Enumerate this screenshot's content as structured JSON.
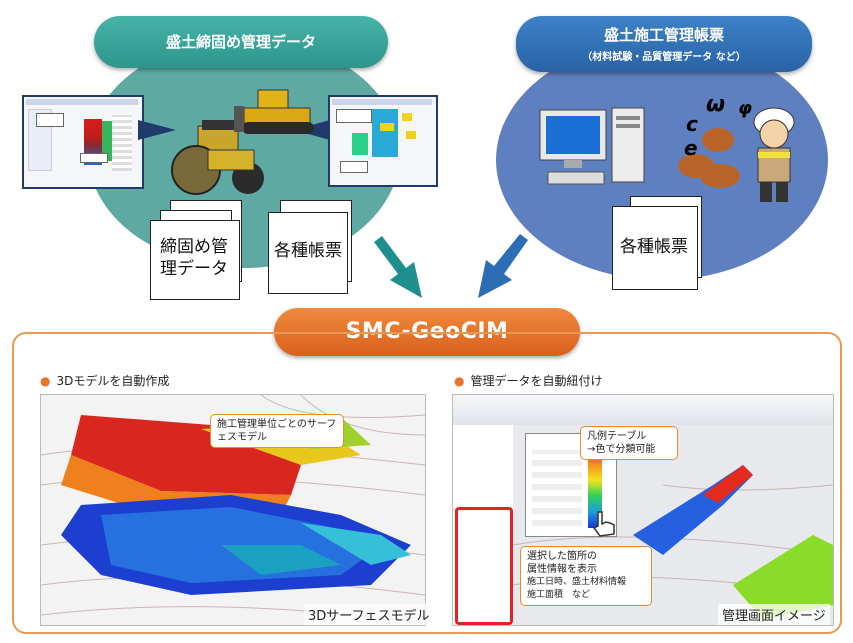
{
  "left_group": {
    "title": "盛土締固め管理データ",
    "doc1_label": "締固め管理データ",
    "doc2_label": "各種帳票"
  },
  "right_group": {
    "title": "盛土施工管理帳票",
    "subtitle": "（材料試験・品質管理データ など）",
    "doc_label": "各種帳票",
    "symbols": [
      "ω",
      "φ",
      "c",
      "e"
    ]
  },
  "center": {
    "title": "SMC-GeoCIM"
  },
  "bottom_left": {
    "bullet": "3Dモデルを自動作成",
    "callout": "施工管理単位ごとのサーフェスモデル",
    "caption": "3Dサーフェスモデル"
  },
  "bottom_right": {
    "bullet": "管理データを自動紐付け",
    "callout_top_line1": "凡例テーブル",
    "callout_top_line2": "→色で分類可能",
    "callout_bottom_line1": "選択した箇所の",
    "callout_bottom_line2": "属性情報を表示",
    "callout_bottom_line3": "施工日時、盛土材料情報",
    "callout_bottom_line4": "施工面積　など",
    "caption": "管理画面イメージ"
  },
  "colors": {
    "teal_ellipse": "#5fa9a3",
    "teal_pill": "#3aa59b",
    "blue_ellipse": "#5e80c0",
    "blue_pill": "#2e6db3",
    "arrow": "#1e8f8e",
    "orange": "#e8742a",
    "frame": "#e89a55"
  }
}
